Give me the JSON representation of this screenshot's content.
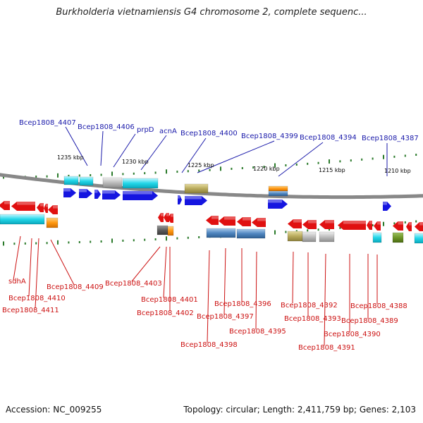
{
  "title": "Burkholderia vietnamiensis G4 chromosome 2, complete sequenc...",
  "footer": {
    "accession": "Accession: NC_009255",
    "summary": "Topology: circular; Length: 2,411,759 bp; Genes: 2,103"
  },
  "scale_labels": [
    "1235 kbp",
    "1230 kbp",
    "1225 kbp",
    "1220 kbp",
    "1215 kbp",
    "1210 kbp"
  ],
  "top_labels": [
    "Bcep1808_4407",
    "Bcep1808_4406",
    "prpD",
    "acnA",
    "Bcep1808_4400",
    "Bcep1808_4399",
    "Bcep1808_4394",
    "Bcep1808_4387"
  ],
  "bottom_labels": [
    "sdhA",
    "Bcep1808_4410",
    "Bcep1808_4411",
    "Bcep1808_4409",
    "Bcep1808_4403",
    "Bcep1808_4401",
    "Bcep1808_4402",
    "Bcep1808_4397",
    "Bcep1808_4396",
    "Bcep1808_4398",
    "Bcep1808_4395",
    "Bcep1808_4392",
    "Bcep1808_4393",
    "Bcep1808_4391",
    "Bcep1808_4390",
    "Bcep1808_4389",
    "Bcep1808_4388"
  ],
  "colors": {
    "top_label": "#1a1aaa",
    "bottom_label": "#cc1111",
    "forward_gene": "#1515e0",
    "reverse_gene": "#e01010",
    "backbone": "#888888",
    "tick": "#2a7a2a"
  }
}
